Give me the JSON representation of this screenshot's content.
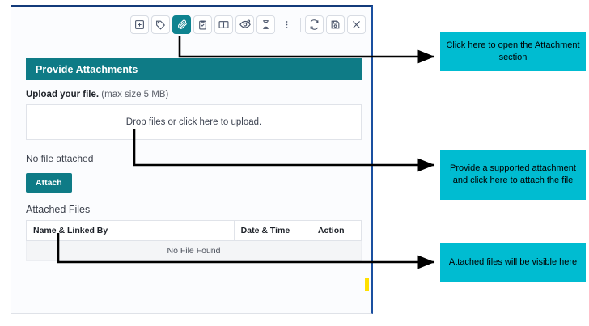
{
  "toolbar": {
    "buttons": [
      {
        "name": "add-note-icon",
        "label": "Add Note",
        "active": false
      },
      {
        "name": "tag-icon",
        "label": "Tag",
        "active": false
      },
      {
        "name": "paperclip-icon",
        "label": "Attachments",
        "active": true
      },
      {
        "name": "clipboard-check-icon",
        "label": "Tasks",
        "active": false
      },
      {
        "name": "book-icon",
        "label": "Knowledge",
        "active": false
      },
      {
        "name": "eye-icon",
        "label": "Watch",
        "active": false
      },
      {
        "name": "hourglass-icon",
        "label": "History",
        "active": false
      },
      {
        "name": "more-vertical-icon",
        "label": "More",
        "active": false
      },
      {
        "name": "refresh-icon",
        "label": "Refresh",
        "active": false
      },
      {
        "name": "save-icon",
        "label": "Save",
        "active": false
      },
      {
        "name": "close-icon",
        "label": "Close",
        "active": false
      }
    ]
  },
  "attachments": {
    "header": "Provide Attachments",
    "upload_label_bold": "Upload your file.",
    "upload_label_note": " (max size 5 MB)",
    "dropzone_text": "Drop files or click here to upload.",
    "no_file_text": "No file attached",
    "attach_button": "Attach",
    "attached_files_title": "Attached Files",
    "table": {
      "columns": [
        "Name & Linked By",
        "Date & Time",
        "Action"
      ],
      "empty_row_text": "No File Found",
      "rows": []
    }
  },
  "callouts": [
    {
      "id": "callout-1",
      "text": "Click here to open the Attachment section"
    },
    {
      "id": "callout-2",
      "text": "Provide a supported attachment and click here to attach the file"
    },
    {
      "id": "callout-3",
      "text": "Attached files will be visible here"
    }
  ],
  "colors": {
    "teal_header": "#0e7b86",
    "teal_active": "#0e8390",
    "callout_cyan": "#00bcd1",
    "panel_border_blue": "#1a4fa0",
    "marker_yellow": "#ffe000"
  }
}
